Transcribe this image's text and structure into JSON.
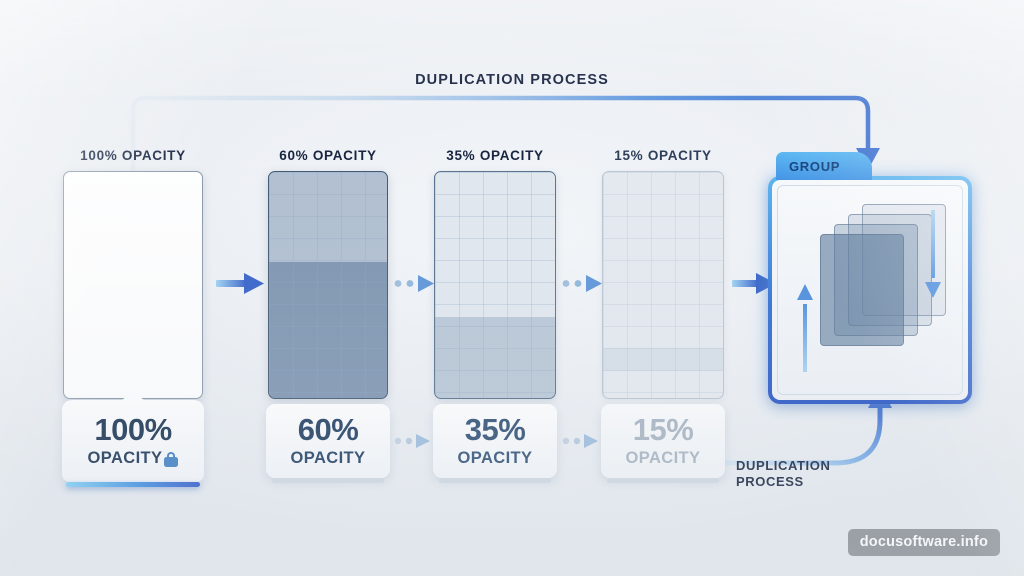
{
  "title": "DUPLICATION PROCESS",
  "columns": [
    {
      "label": "100% OPACITY",
      "value": "100%",
      "unit": "OPACITY",
      "locked": true
    },
    {
      "label": "60% OPACITY",
      "value": "60%",
      "unit": "OPACITY",
      "locked": false
    },
    {
      "label": "35% OPACITY",
      "value": "35%",
      "unit": "OPACITY",
      "locked": false
    },
    {
      "label": "15% OPACITY",
      "value": "15%",
      "unit": "OPACITY",
      "locked": false
    }
  ],
  "group": {
    "tab_label": "GROUP",
    "layer_count": 4
  },
  "caption": {
    "line1": "DUPLICATION",
    "line2": "PROCESS"
  },
  "watermark": "docusoftware.info",
  "colors": {
    "accent_blue": "#2f6fd4",
    "light_blue": "#58b6f2",
    "dark_navy": "#14213d",
    "panel_60": "#8ea4bd",
    "panel_35": "#ccd7e3",
    "panel_15": "#e5eaf0",
    "muted_gray": "#a8b4c2",
    "background": "#e9edf1"
  }
}
